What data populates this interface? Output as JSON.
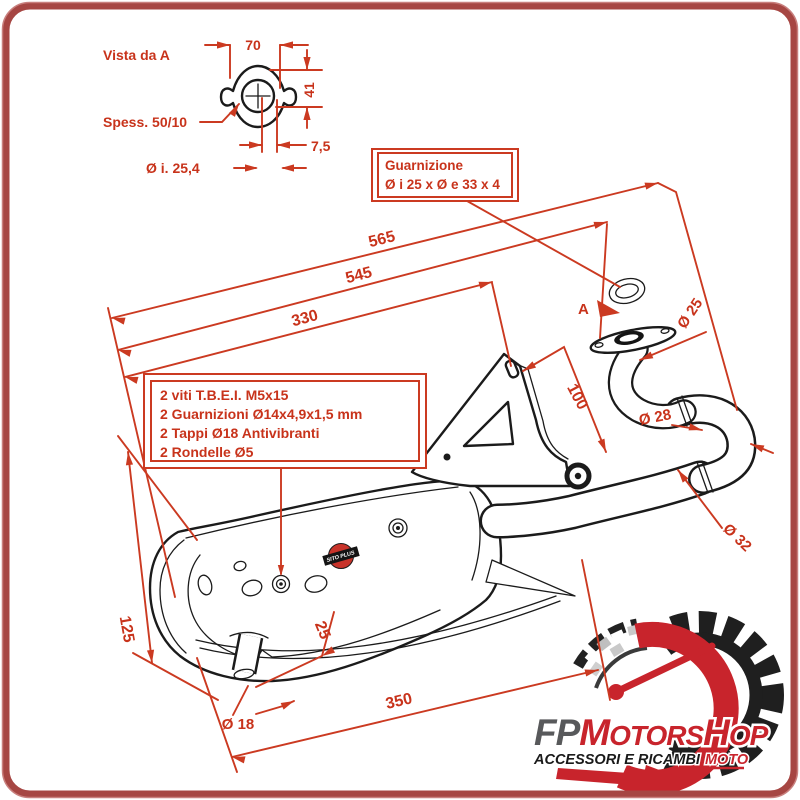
{
  "detail_view": {
    "title": "Vista da  A",
    "dim_width": "70",
    "dim_height": "41",
    "dim_offset": "7,5",
    "thickness_label": "Spess. 50/10",
    "inner_diameter_label": "Ø i. 25,4"
  },
  "gasket_note": {
    "line1": "Guarnizione",
    "line2": "Ø i 25 x Ø e 33 x 4"
  },
  "parts_note": {
    "line1": "2 viti T.B.E.I. M5x15",
    "line2": "2 Guarnizioni Ø14x4,9x1,5 mm",
    "line3": "2 Tappi Ø18 Antivibranti",
    "line4": "2 Rondelle Ø5"
  },
  "dimensions": {
    "total_length": "565",
    "flange_length": "545",
    "body_length": "330",
    "bracket_offset": "100",
    "body_height": "125",
    "outlet_offset": "25",
    "base_length": "350",
    "header_diameter": "Ø 25",
    "mid_diameter": "Ø 28",
    "end_diameter": "Ø 32",
    "outlet_diameter": "Ø 18",
    "section_marker": "A"
  },
  "muffler_brand": "SITO PLUS",
  "logo": {
    "fp": "FP",
    "m": "M",
    "otors": "OTORS",
    "h": "H",
    "op": "OP",
    "tagline": "ACCESSORI E RICAMBI",
    "tagline_accent": "MOTO"
  },
  "colors": {
    "dimension_red": "#cb3a21",
    "drawing_black": "#1b1b1b",
    "frame_red": "#a64643",
    "logo_red": "#c8242c",
    "logo_gray": "#58595b"
  }
}
